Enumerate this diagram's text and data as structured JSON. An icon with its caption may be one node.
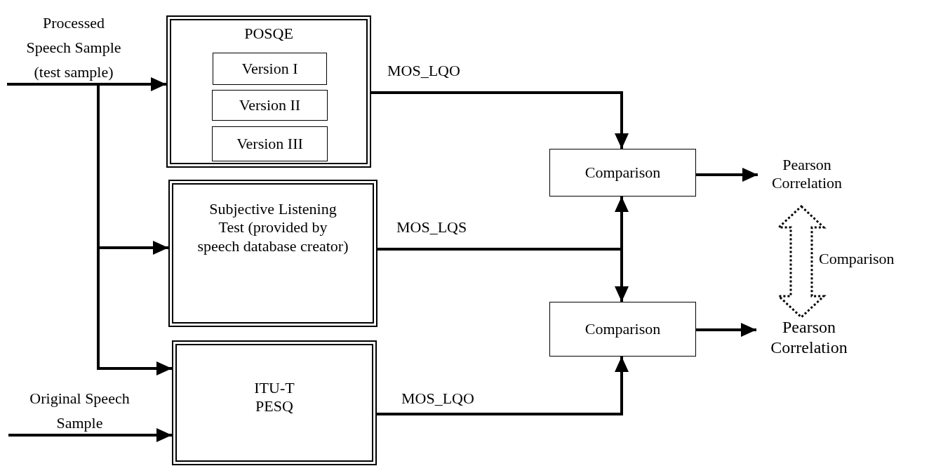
{
  "diagram": {
    "nodes": [
      {
        "text": [
          "Processed Speech Sample (test sample)"
        ]
      },
      {
        "text": [
          "POSQE"
        ]
      },
      {
        "text": [
          "Version I"
        ],
        "in": 1
      },
      {
        "text": [
          "Version II"
        ],
        "in": 1
      },
      {
        "text": [
          "Version III"
        ],
        "in": 1
      },
      {
        "text": [
          "Subjective Listening Test (provided by speech database creator)"
        ]
      },
      {
        "text": [
          "Original Speech Sample"
        ]
      },
      {
        "text": [
          "ITU-T PESQ"
        ]
      },
      {
        "text": [
          "Comparison"
        ]
      },
      {
        "text": [
          "Pearson Correlation"
        ]
      },
      {
        "text": [
          "Comparison"
        ]
      },
      {
        "text": [
          "Pearson Correlation"
        ]
      }
    ],
    "edges": [
      {
        "from": 0,
        "to": 1,
        "arrow": "to"
      },
      {
        "from": 0,
        "to": 5,
        "arrow": "to"
      },
      {
        "from": 0,
        "to": 7,
        "arrow": "to"
      },
      {
        "from": 6,
        "to": 7,
        "arrow": "to"
      },
      {
        "from": 1,
        "to": 8,
        "arrow": "to",
        "label": "MOS_LQO"
      },
      {
        "from": 5,
        "to": 8,
        "arrow": "to",
        "label": "MOS_LQS"
      },
      {
        "from": 5,
        "to": 10,
        "arrow": "to"
      },
      {
        "from": 7,
        "to": 10,
        "arrow": "to",
        "label": "MOS_LQO"
      },
      {
        "from": 8,
        "to": 9,
        "arrow": "to"
      },
      {
        "from": 10,
        "to": 11,
        "arrow": "to"
      },
      {
        "from": 9,
        "to": 11,
        "arrow": "both",
        "style": "dashed",
        "label": "Comparison"
      }
    ]
  }
}
